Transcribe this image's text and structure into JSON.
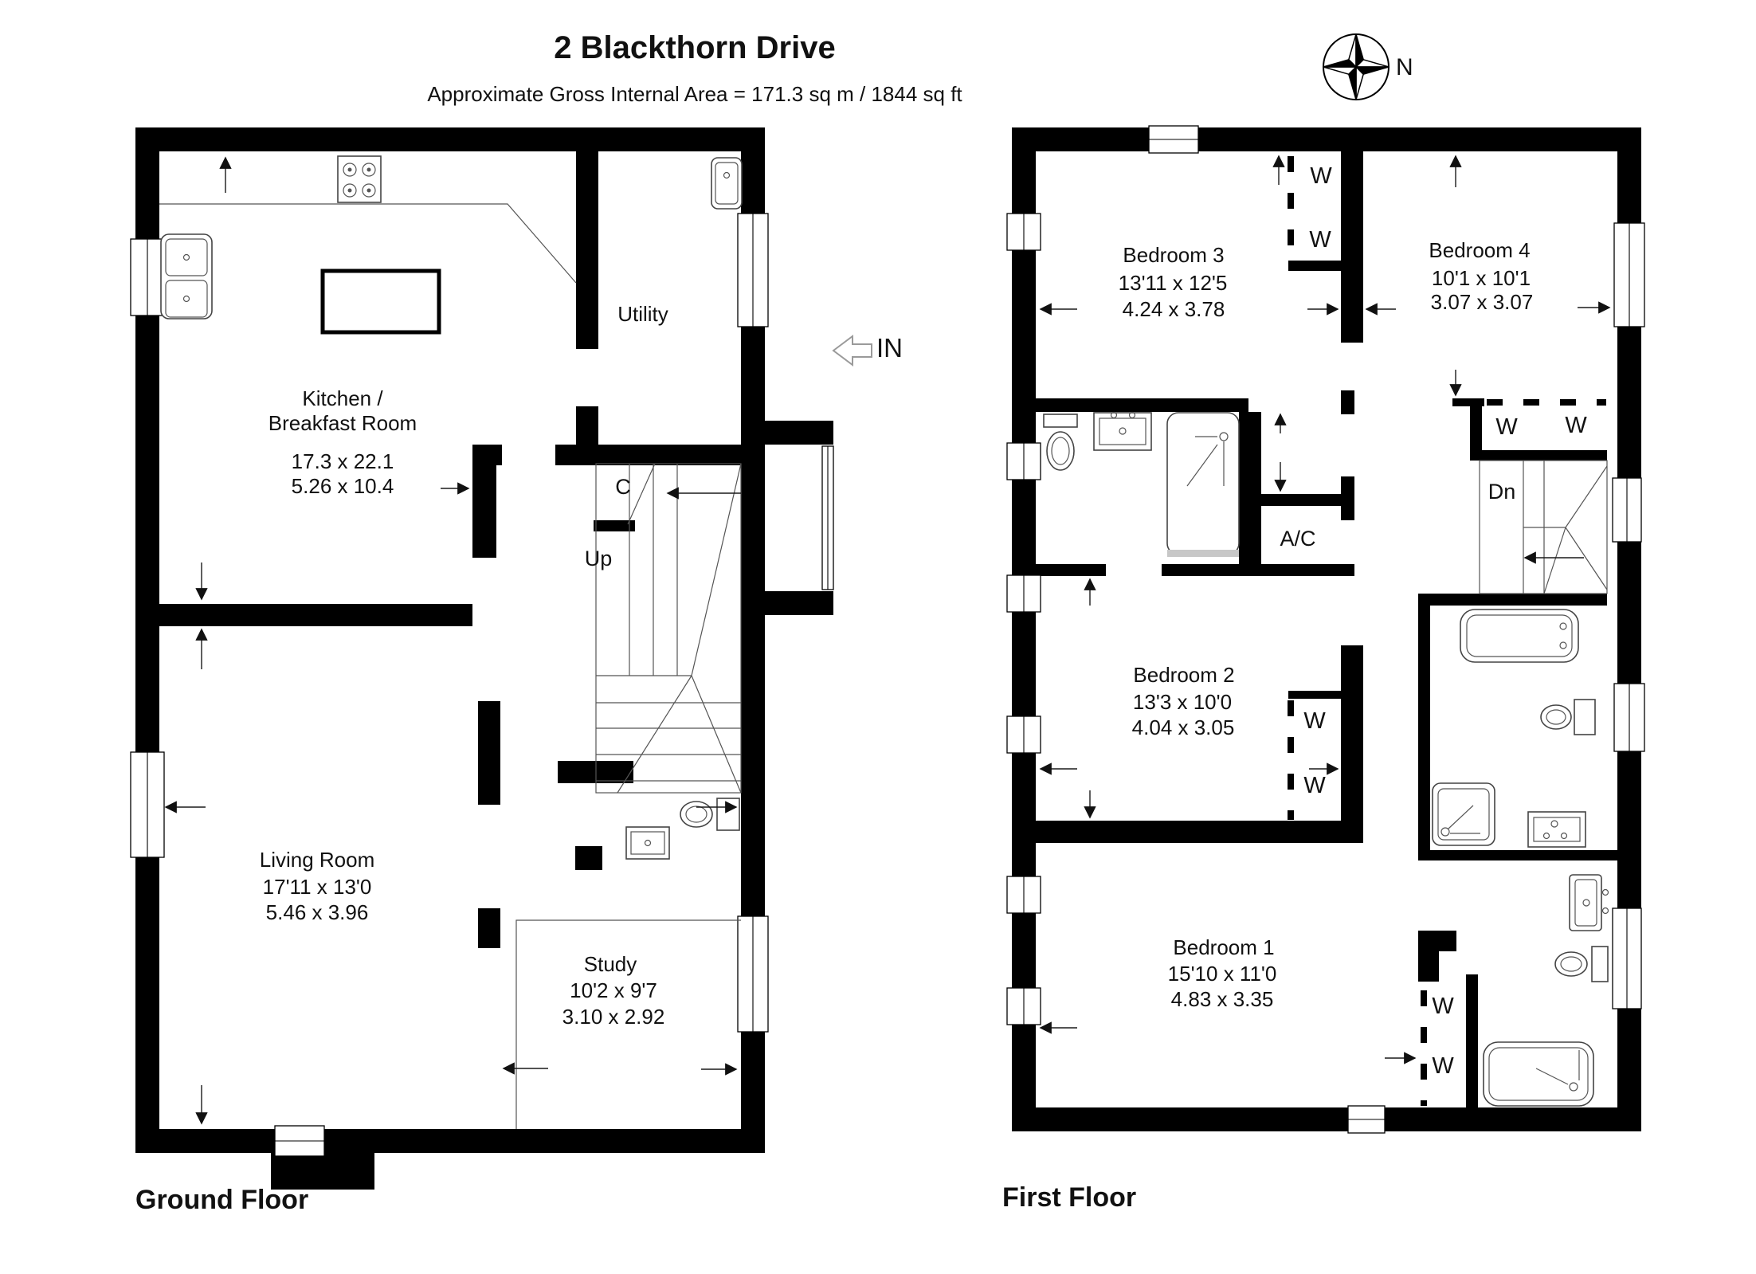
{
  "header": {
    "title": "2 Blackthorn Drive",
    "subtitle": "Approximate Gross Internal Area = 171.3 sq m / 1844 sq ft",
    "compass_label": "N"
  },
  "entrance": {
    "label": "IN"
  },
  "wardrobe_label": "W",
  "ground_floor": {
    "title": "Ground Floor",
    "kitchen": {
      "name_line1": "Kitchen /",
      "name_line2": "Breakfast Room",
      "dims_imperial": "17.3 x 22.1",
      "dims_metric": "5.26 x 10.4"
    },
    "utility": {
      "name": "Utility"
    },
    "cupboard_label": "C",
    "stairs_label": "Up",
    "living_room": {
      "name": "Living Room",
      "dims_imperial": "17'11 x 13'0",
      "dims_metric": "5.46 x 3.96"
    },
    "study": {
      "name": "Study",
      "dims_imperial": "10'2 x 9'7",
      "dims_metric": "3.10 x 2.92"
    }
  },
  "first_floor": {
    "title": "First Floor",
    "bedroom_3": {
      "name": "Bedroom 3",
      "dims_imperial": "13'11 x 12'5",
      "dims_metric": "4.24 x 3.78"
    },
    "bedroom_4": {
      "name": "Bedroom 4",
      "dims_imperial": "10'1 x 10'1",
      "dims_metric": "3.07 x 3.07"
    },
    "bedroom_2": {
      "name": "Bedroom 2",
      "dims_imperial": "13'3 x 10'0",
      "dims_metric": "4.04 x 3.05"
    },
    "bedroom_1": {
      "name": "Bedroom 1",
      "dims_imperial": "15'10 x 11'0",
      "dims_metric": "4.83 x 3.35"
    },
    "airing_cupboard_label": "A/C",
    "stairs_label": "Dn"
  },
  "colors": {
    "wall": "#000000",
    "background": "#ffffff",
    "fixture_stroke": "#444444"
  }
}
